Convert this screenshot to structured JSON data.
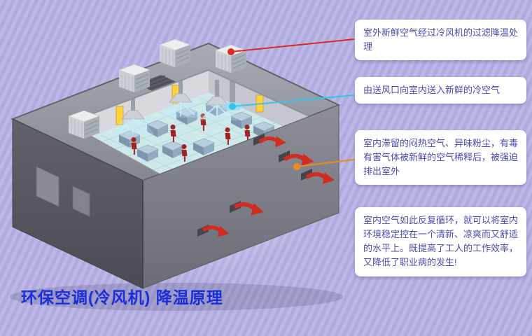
{
  "page": {
    "title": "环保空调(冷风机)  降温原理"
  },
  "callouts": [
    {
      "id": "callout-filter",
      "text": "室外新鲜空气经过冷风机的过滤降温处理",
      "connector_color_name": "red"
    },
    {
      "id": "callout-supply",
      "text": "由送风口向室内送入新鲜的冷空气",
      "connector_color_name": "cyan"
    },
    {
      "id": "callout-exhaust",
      "text": "室内滞留的闷热空气、异味粉尘，有毒有害气体被新鲜的空气稀释后，被强迫排出室外",
      "connector_color_name": "orange"
    },
    {
      "id": "callout-cycle",
      "text": "室内空气如此反复循环，就可以将室内环境稳定控在一个清新、凉爽而又舒适的水平上。既提高了工人的工作效率，又降低了职业病的发生!",
      "connector_color_name": "none"
    }
  ],
  "illustration": {
    "subject": "isometric-factory-evaporative-cooling-airflow",
    "elements": [
      "rooftop-cooling-units",
      "supply-air-outlet",
      "indoor-diffusers",
      "workers",
      "machines",
      "exhaust-arrows"
    ]
  },
  "colors": {
    "page_stripe_a": "#bbb7e6",
    "page_stripe_b": "#afabdd",
    "callout_bg": "#ffffff",
    "callout_text": "#4a4aae",
    "title_color": "#1b2ed8",
    "connector_red": "#e02828",
    "connector_cyan": "#38c4e8",
    "connector_orange": "#f08a1e"
  }
}
